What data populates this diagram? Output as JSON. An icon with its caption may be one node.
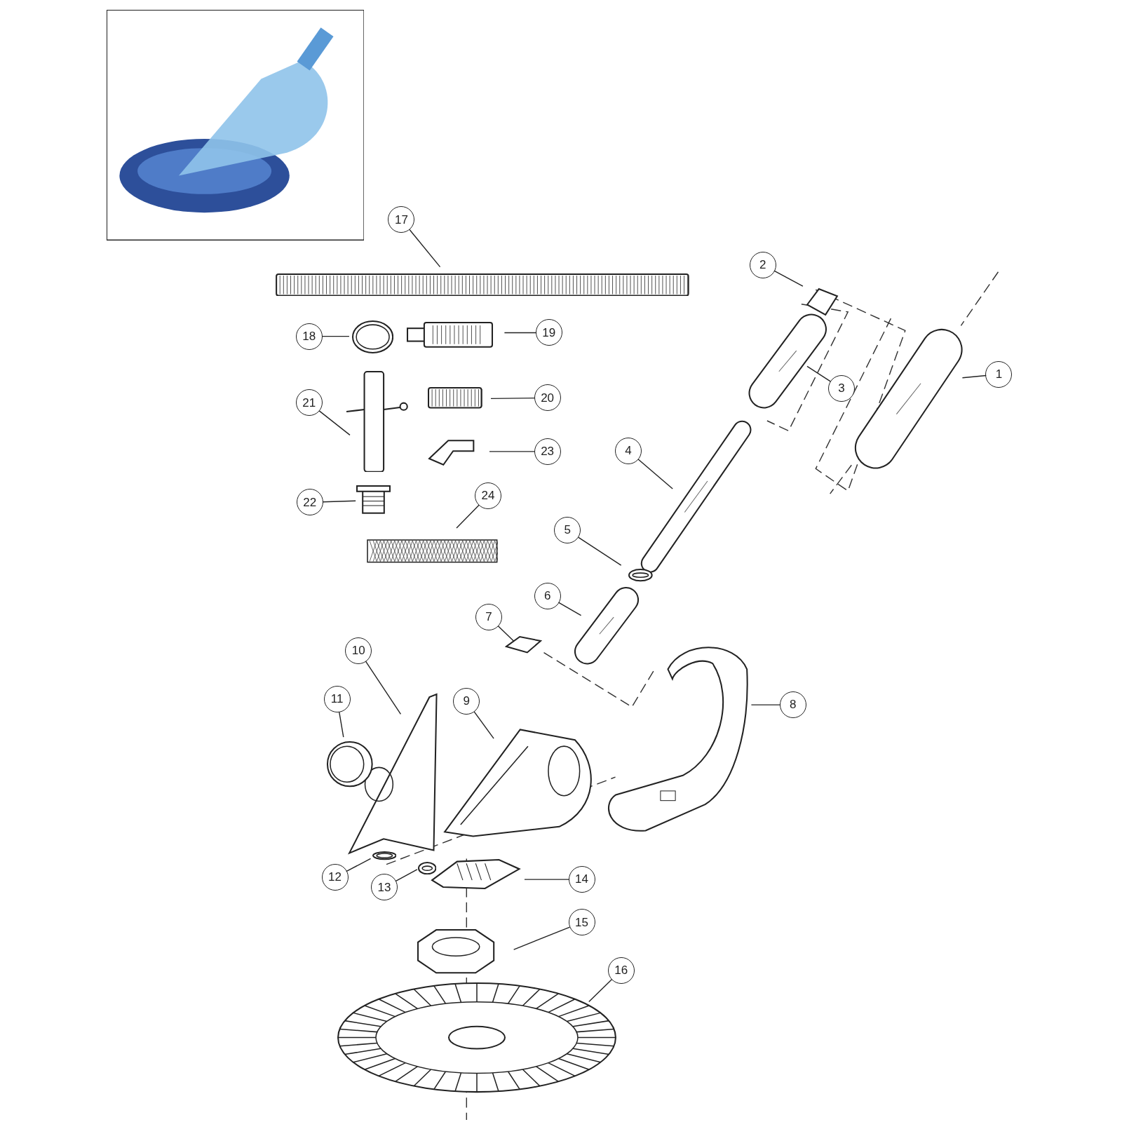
{
  "diagram": {
    "nodes": [
      {
        "text": [
          "1"
        ]
      },
      {
        "text": [
          "2"
        ]
      },
      {
        "text": [
          "3"
        ]
      },
      {
        "text": [
          "4"
        ]
      },
      {
        "text": [
          "5"
        ]
      },
      {
        "text": [
          "6"
        ]
      },
      {
        "text": [
          "7"
        ]
      },
      {
        "text": [
          "8"
        ]
      },
      {
        "text": [
          "9"
        ]
      },
      {
        "text": [
          "10"
        ]
      },
      {
        "text": [
          "11"
        ]
      },
      {
        "text": [
          "12"
        ]
      },
      {
        "text": [
          "13"
        ]
      },
      {
        "text": [
          "14"
        ]
      },
      {
        "text": [
          "15"
        ]
      },
      {
        "text": [
          "16"
        ]
      },
      {
        "text": [
          "17"
        ]
      },
      {
        "text": [
          "18"
        ]
      },
      {
        "text": [
          "19"
        ]
      },
      {
        "text": [
          "20"
        ]
      },
      {
        "text": [
          "21"
        ]
      },
      {
        "text": [
          "22"
        ]
      },
      {
        "text": [
          "23"
        ]
      },
      {
        "text": [
          "24"
        ]
      },
      {
        "text": [],
        "shape": "picture"
      },
      {
        "text": [],
        "shape": "picture"
      },
      {
        "text": [],
        "shape": "picture"
      },
      {
        "text": [],
        "shape": "picture"
      },
      {
        "text": [],
        "shape": "picture"
      },
      {
        "text": [],
        "shape": "picture"
      },
      {
        "text": [],
        "shape": "picture"
      },
      {
        "text": [],
        "shape": "picture"
      },
      {
        "text": [],
        "shape": "picture"
      },
      {
        "text": [],
        "shape": "picture"
      },
      {
        "text": [],
        "shape": "picture"
      },
      {
        "text": [],
        "shape": "picture"
      },
      {
        "text": [],
        "shape": "picture"
      },
      {
        "text": [],
        "shape": "picture"
      },
      {
        "text": [],
        "shape": "picture"
      },
      {
        "text": [],
        "shape": "picture"
      },
      {
        "text": [],
        "shape": "picture"
      },
      {
        "text": [],
        "shape": "picture"
      },
      {
        "text": [],
        "shape": "picture"
      },
      {
        "text": [],
        "shape": "picture"
      },
      {
        "text": [],
        "shape": "picture"
      },
      {
        "text": [],
        "shape": "picture"
      },
      {
        "text": [],
        "shape": "picture"
      },
      {
        "text": [],
        "shape": "picture"
      },
      {
        "text": [],
        "shape": "picture"
      }
    ],
    "edges": [
      {
        "from": 0,
        "to": 24,
        "arrow": "none"
      },
      {
        "from": 1,
        "to": 25,
        "arrow": "none"
      },
      {
        "from": 2,
        "to": 26,
        "arrow": "none"
      },
      {
        "from": 3,
        "to": 27,
        "arrow": "none"
      },
      {
        "from": 4,
        "to": 28,
        "arrow": "none"
      },
      {
        "from": 5,
        "to": 29,
        "arrow": "none"
      },
      {
        "from": 6,
        "to": 30,
        "arrow": "none"
      },
      {
        "from": 7,
        "to": 31,
        "arrow": "none"
      },
      {
        "from": 8,
        "to": 32,
        "arrow": "none"
      },
      {
        "from": 9,
        "to": 33,
        "arrow": "none"
      },
      {
        "from": 10,
        "to": 34,
        "arrow": "none"
      },
      {
        "from": 11,
        "to": 35,
        "arrow": "none"
      },
      {
        "from": 12,
        "to": 36,
        "arrow": "none"
      },
      {
        "from": 13,
        "to": 37,
        "arrow": "none"
      },
      {
        "from": 14,
        "to": 38,
        "arrow": "none"
      },
      {
        "from": 15,
        "to": 39,
        "arrow": "none"
      },
      {
        "from": 16,
        "to": 40,
        "arrow": "none"
      },
      {
        "from": 17,
        "to": 41,
        "arrow": "none"
      },
      {
        "from": 18,
        "to": 42,
        "arrow": "none"
      },
      {
        "from": 19,
        "to": 43,
        "arrow": "none"
      },
      {
        "from": 20,
        "to": 44,
        "arrow": "none"
      },
      {
        "from": 21,
        "to": 45,
        "arrow": "none"
      },
      {
        "from": 22,
        "to": 46,
        "arrow": "none"
      },
      {
        "from": 23,
        "to": 47,
        "arrow": "none"
      }
    ]
  }
}
